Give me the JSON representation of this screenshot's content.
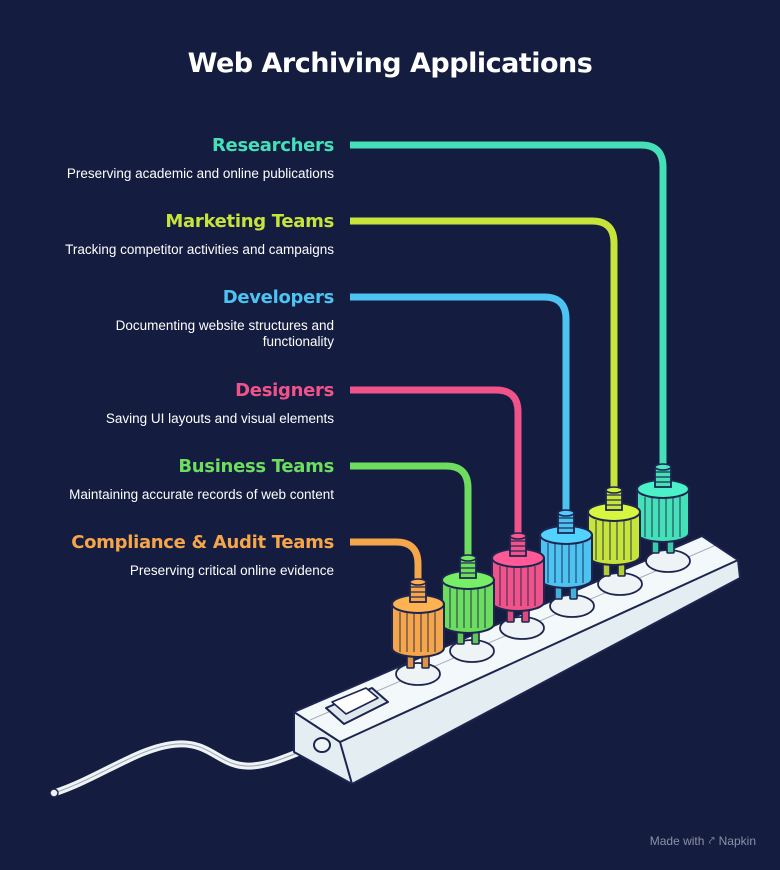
{
  "title": "Web Archiving Applications",
  "items": [
    {
      "label": "Researchers",
      "description": "Preserving academic and online publications",
      "color": "#45e0b8"
    },
    {
      "label": "Marketing Teams",
      "description": "Tracking competitor activities and campaigns",
      "color": "#c7e43a"
    },
    {
      "label": "Developers",
      "description": "Documenting website structures and functionality",
      "color": "#4cc3f0"
    },
    {
      "label": "Designers",
      "description": "Saving UI layouts and visual elements",
      "color": "#f0538a"
    },
    {
      "label": "Business Teams",
      "description": "Maintaining accurate records of web content",
      "color": "#6ddd5f"
    },
    {
      "label": "Compliance & Audit Teams",
      "description": "Preserving critical online evidence",
      "color": "#f5a54a"
    }
  ],
  "watermark": {
    "prefix": "Made with",
    "brand": "Napkin"
  }
}
